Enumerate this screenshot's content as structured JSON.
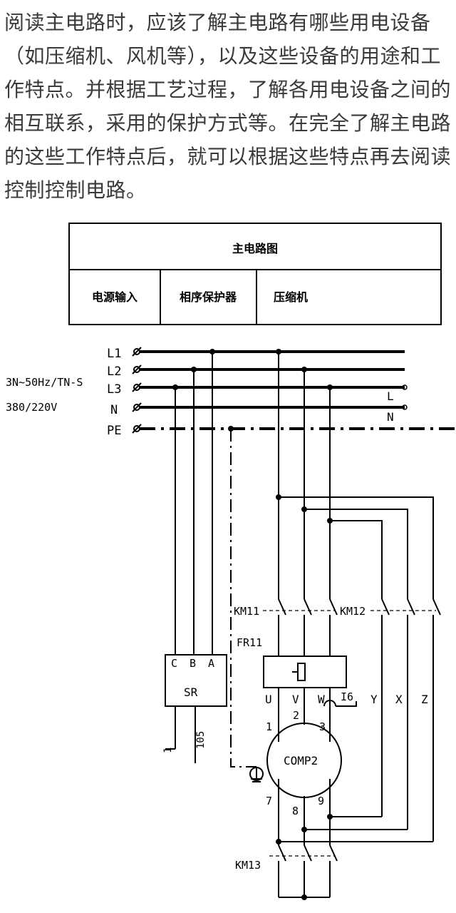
{
  "paragraph": "阅读主电路时，应该了解主电路有哪些用电设备（如压缩机、风机等），以及这些设备的用途和工作特点。并根据工艺过程，了解各用电设备之间的相互联系，采用的保护方式等。在完全了解主电路的这些工作特点后，就可以根据这些特点再去阅读控制控制电路。",
  "header_table": {
    "title": "主电路图",
    "cells": [
      "电源输入",
      "相序保护器",
      "压缩机"
    ]
  },
  "supply": {
    "spec_line1": "3N~50Hz/TN-S",
    "spec_line2": "380/220V",
    "lines": [
      "L1",
      "L2",
      "L3",
      "N",
      "PE"
    ],
    "right_L": "L",
    "right_N": "N"
  },
  "components": {
    "sr_name": "SR",
    "sr_terminals": [
      "C",
      "B",
      "A"
    ],
    "sr_out1": "1",
    "sr_out2": "105",
    "km11": "KM11",
    "km12": "KM12",
    "km13": "KM13",
    "fr11": "FR11",
    "terminals": [
      "U",
      "V",
      "W",
      "I6",
      "Y",
      "X",
      "Z"
    ],
    "motor": "COMP2",
    "motor_pins": [
      "1",
      "2",
      "3",
      "7",
      "8",
      "9"
    ]
  }
}
